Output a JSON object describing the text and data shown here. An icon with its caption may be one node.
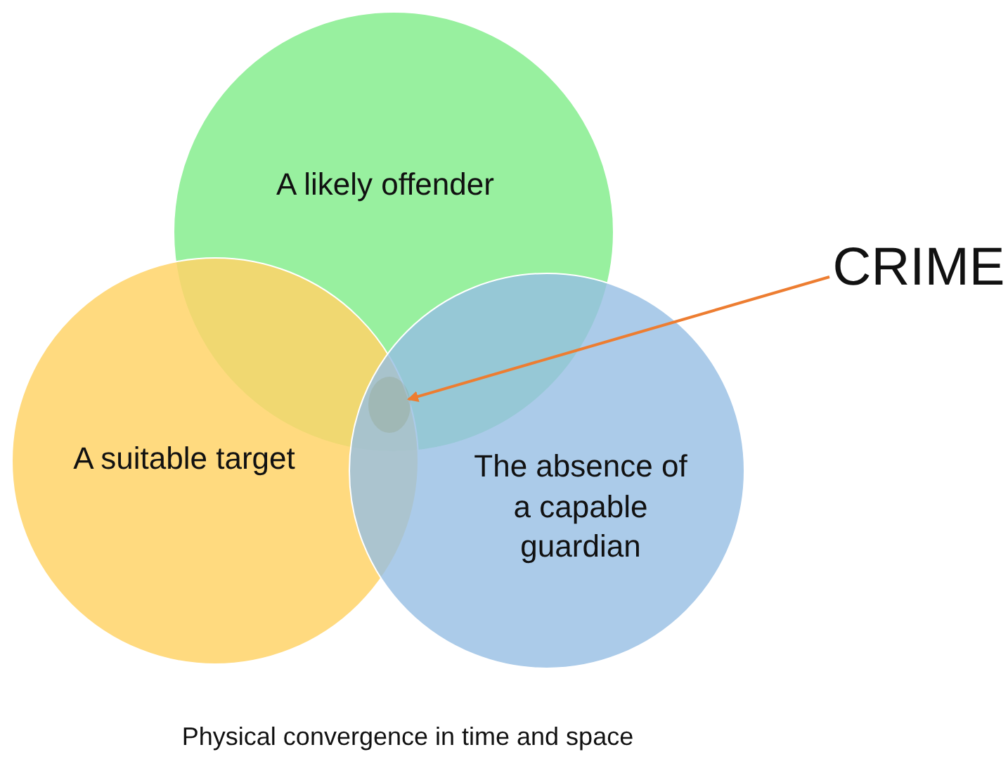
{
  "diagram": {
    "caption": "Physical convergence in time and space",
    "nodes": [
      {
        "text": [
          "A likely offender"
        ]
      },
      {
        "text": [
          "A suitable target"
        ]
      },
      {
        "text": [
          "The absence of a capable guardian"
        ]
      },
      {
        "text": [
          "CRIME"
        ]
      },
      {
        "text": [],
        "shape": "circle"
      }
    ],
    "edges": [
      {
        "from": 3,
        "to": 4,
        "arrow": "to",
        "color": "#ed7d31"
      }
    ]
  }
}
